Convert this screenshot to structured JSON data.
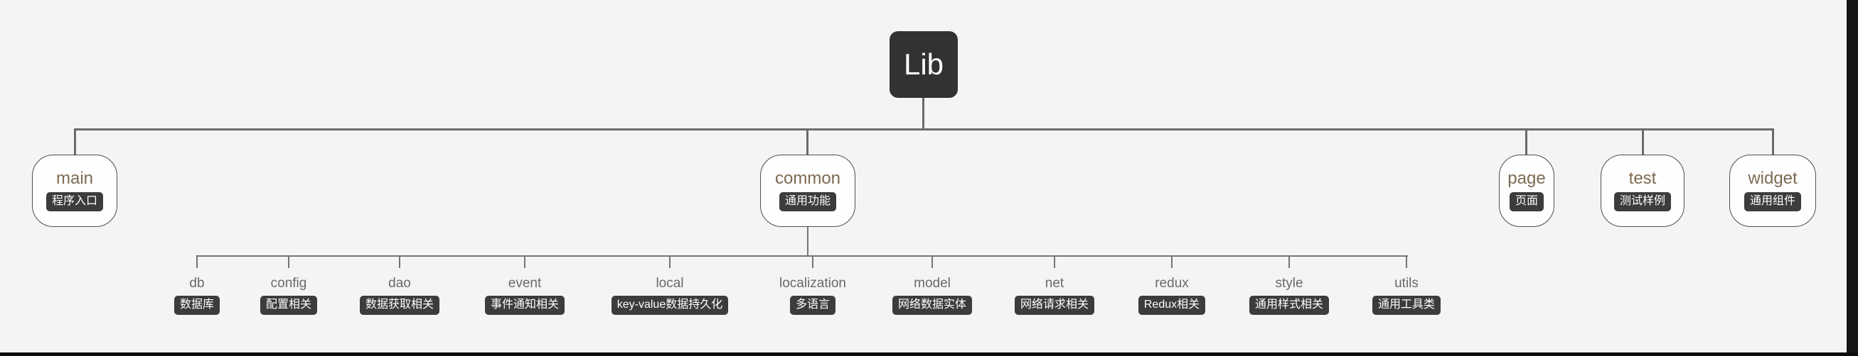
{
  "diagram_title": "Lib",
  "root": {
    "label": "Lib"
  },
  "level1": [
    {
      "label": "main",
      "badge": "程序入口"
    },
    {
      "label": "common",
      "badge": "通用功能"
    },
    {
      "label": "page",
      "badge": "页面"
    },
    {
      "label": "test",
      "badge": "测试样例"
    },
    {
      "label": "widget",
      "badge": "通用组件"
    }
  ],
  "level2": [
    {
      "label": "db",
      "badge": "数据库"
    },
    {
      "label": "config",
      "badge": "配置相关"
    },
    {
      "label": "dao",
      "badge": "数据获取相关"
    },
    {
      "label": "event",
      "badge": "事件通知相关"
    },
    {
      "label": "local",
      "badge": "key-value数据持久化"
    },
    {
      "label": "localization",
      "badge": "多语言"
    },
    {
      "label": "model",
      "badge": "网络数据实体"
    },
    {
      "label": "net",
      "badge": "网络请求相关"
    },
    {
      "label": "redux",
      "badge": "Redux相关"
    },
    {
      "label": "style",
      "badge": "通用样式相关"
    },
    {
      "label": "utils",
      "badge": "通用工具类"
    }
  ],
  "colors": {
    "bg": "#f4f4f5",
    "root-bg": "#323134",
    "root-text": "#ffffff",
    "node-bg": "#fefefe",
    "node-border": "#4f4f4f",
    "node-label": "#7d6a52",
    "badge-bg": "#3c3b3d",
    "badge-text": "#ffffff",
    "line1": "#6a6a6a",
    "line2": "#757575",
    "child-label": "#696969",
    "right-band": "#161616",
    "bottom-bar": "#0c0c0c"
  }
}
